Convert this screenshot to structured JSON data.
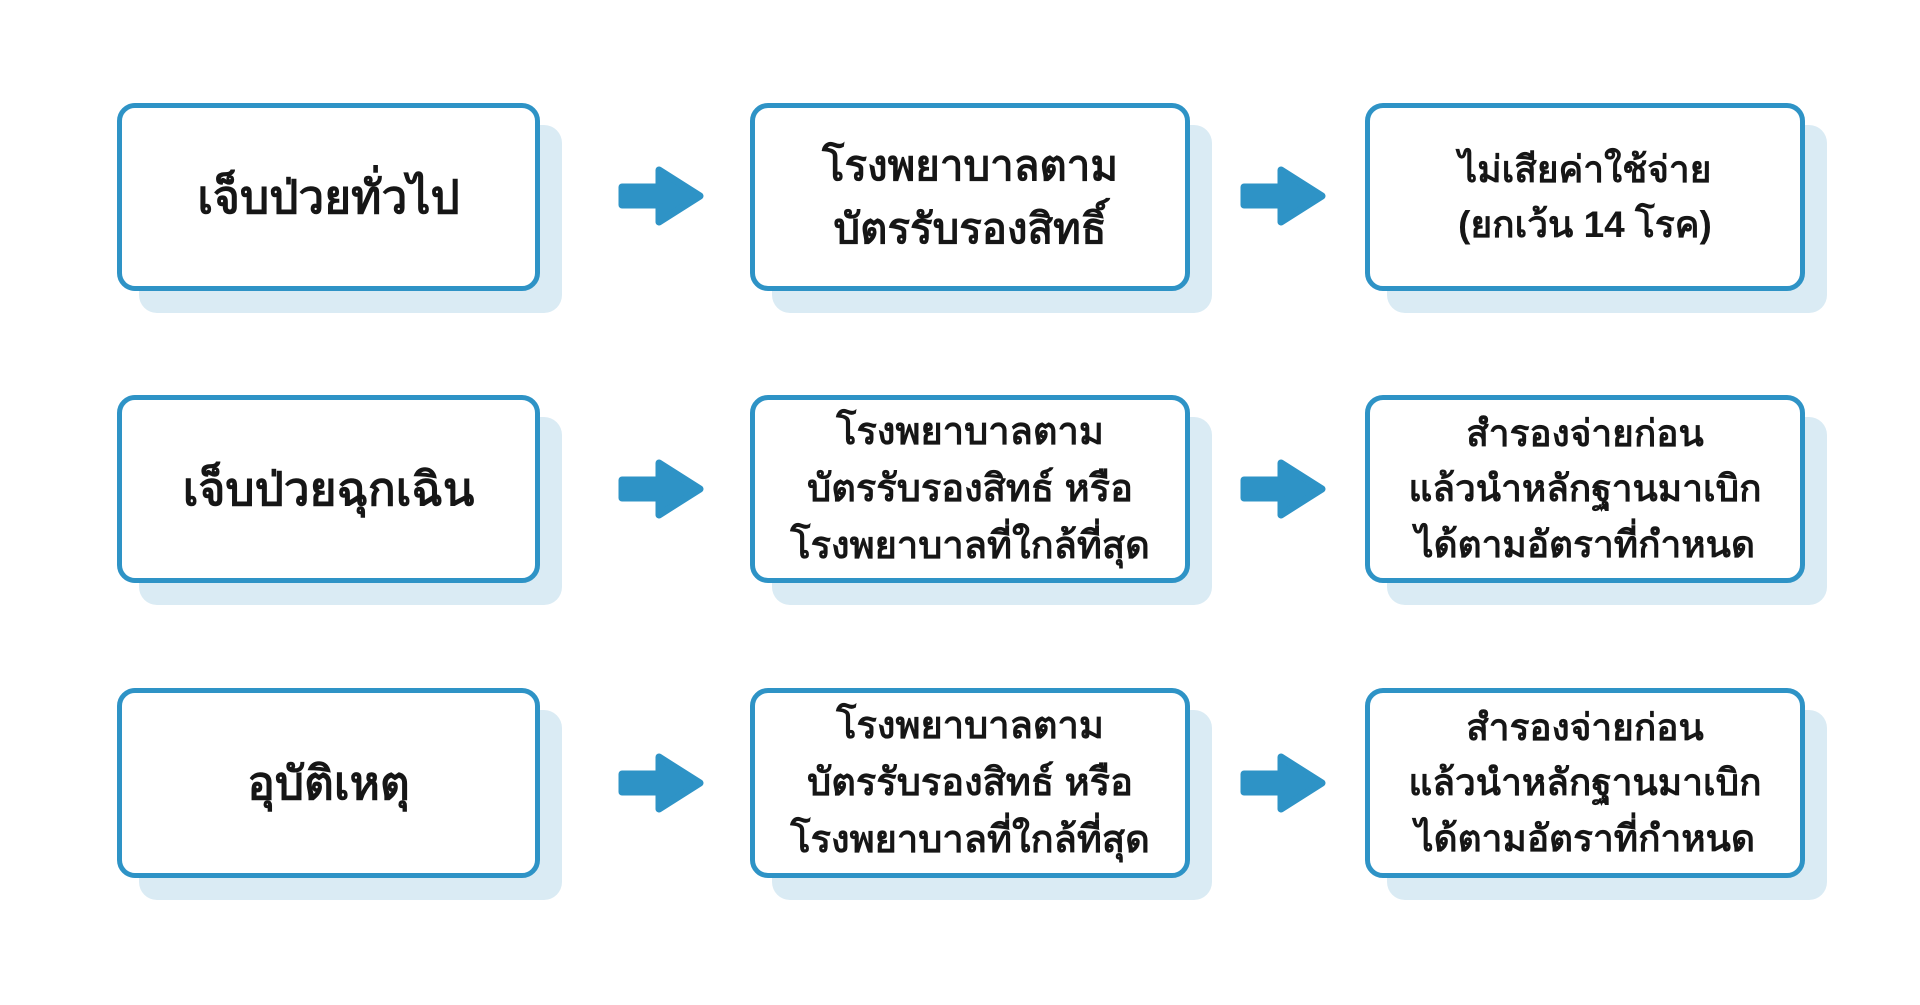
{
  "diagram": {
    "description": "Thai medical benefits flow chart: condition → hospital to use → payment terms",
    "colors": {
      "accent_blue": "#2E93C6",
      "shadow_blue": "#DAEBF4",
      "text": "#161616",
      "background": "#FFFFFF"
    },
    "icons": {
      "arrow_right": "→"
    },
    "rows": [
      {
        "condition": "เจ็บป่วยทั่วไป",
        "place": "โรงพยาบาลตาม\nบัตรรับรองสิทธิ์",
        "payment": "ไม่เสียค่าใช้จ่าย\n(ยกเว้น 14 โรค)"
      },
      {
        "condition": "เจ็บป่วยฉุกเฉิน",
        "place": "โรงพยาบาลตาม\nบัตรรับรองสิทธ์ หรือ\nโรงพยาบาลที่ใกล้ที่สุด",
        "payment": "สำรองจ่ายก่อน\nแล้วนำหลักฐานมาเบิก\nได้ตามอัตราที่กำหนด"
      },
      {
        "condition": "อุบัติเหตุ",
        "place": "โรงพยาบาลตาม\nบัตรรับรองสิทธ์ หรือ\nโรงพยาบาลที่ใกล้ที่สุด",
        "payment": "สำรองจ่ายก่อน\nแล้วนำหลักฐานมาเบิก\nได้ตามอัตราที่กำหนด"
      }
    ]
  }
}
